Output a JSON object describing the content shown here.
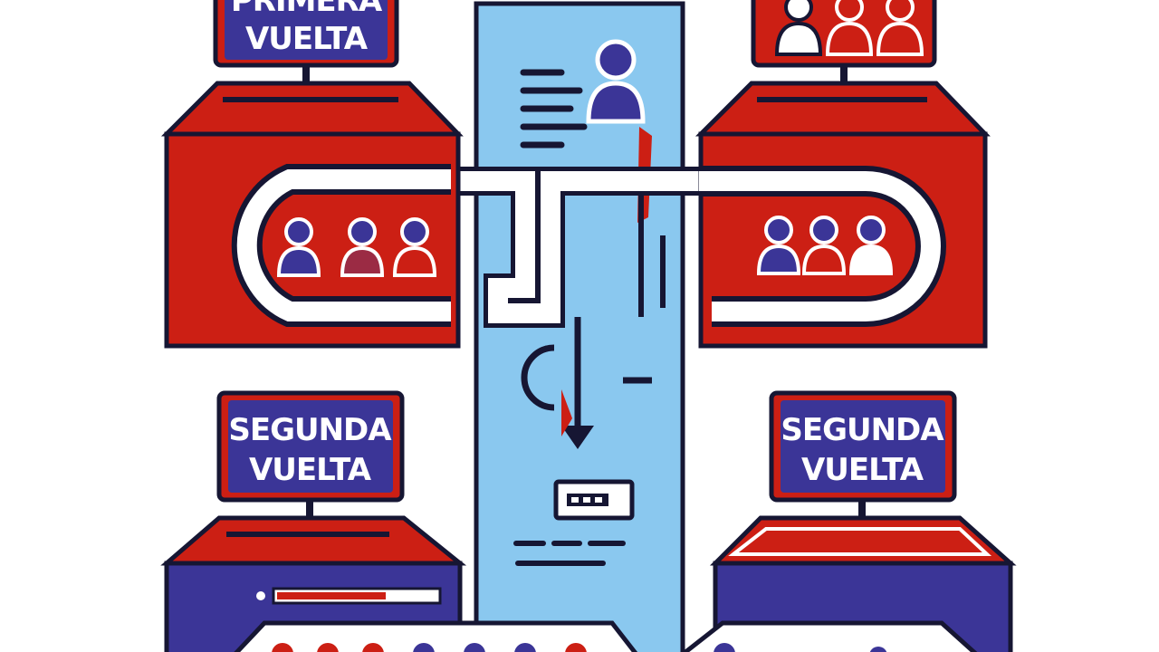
{
  "signs": {
    "top_left": {
      "line1": "PRIMERA",
      "line2": "VUELTA"
    },
    "bottom_left": {
      "line1": "SEGUNDA",
      "line2": "VUELTA"
    },
    "bottom_right": {
      "line1": "SEGUNDA",
      "line2": "VUELTA"
    }
  },
  "colors": {
    "red": "#cc1f14",
    "navy": "#3b3597",
    "outline": "#161633",
    "light_blue": "#8ac8ef",
    "white": "#ffffff"
  },
  "icons": {
    "top_right_sign": "people-group-icon",
    "left_box_people": "person-icon",
    "right_box_people": "person-icon",
    "column_top": "person-icon",
    "column_middle": "down-arrow-icon",
    "column_bottom": "ballot-card-icon"
  }
}
